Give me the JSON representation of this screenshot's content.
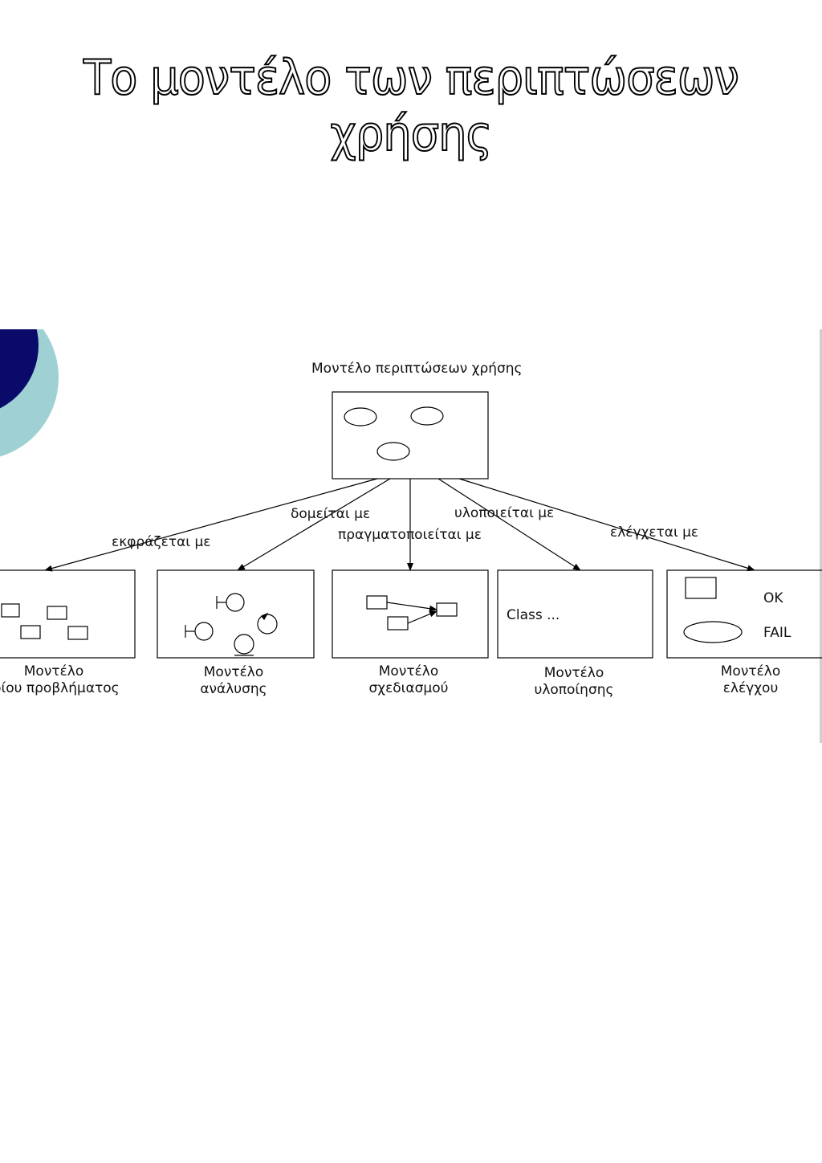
{
  "title": "Το μοντέλο των περιπτώσεων χρήσης",
  "diagram": {
    "top_box_label": "Μοντέλο περιπτώσεων χρήσης",
    "relations": {
      "expressed": "εκφράζεται με",
      "structured": "δομείται με",
      "realized": "πραγματοποιείται με",
      "implemented": "υλοποιείται με",
      "tested": "ελέγχεται με"
    },
    "models": {
      "domain": [
        "Μοντέλο",
        "ιδίου προβλήματος"
      ],
      "analysis": [
        "Μοντέλο",
        "ανάλυσης"
      ],
      "design": [
        "Μοντέλο",
        "σχεδιασμού"
      ],
      "implementation": [
        "Μοντέλο",
        "υλοποίησης"
      ],
      "test": [
        "Μοντέλο",
        "ελέγχου"
      ]
    },
    "implementation_box_text": "Class ...",
    "test_box_ok": "OK",
    "test_box_fail": "FAIL"
  },
  "colors": {
    "deco_navy": "#0a0a6a",
    "deco_teal": "#9fd0d3",
    "line": "#000000"
  }
}
